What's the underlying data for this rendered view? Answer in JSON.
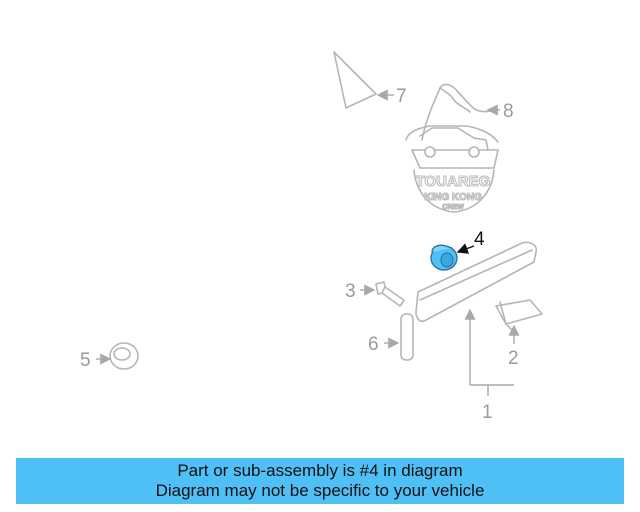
{
  "diagram": {
    "callouts": {
      "p1": "1",
      "p2": "2",
      "p3": "3",
      "p4": "4",
      "p5": "5",
      "p6": "6",
      "p7": "7",
      "p8": "8"
    },
    "emblem": {
      "line1": "TOUAREG",
      "line2": "KING KONG",
      "line3": "CREW"
    },
    "highlight_color": "#4fc0f5"
  },
  "banner": {
    "line1": "Part or sub-assembly is #4 in diagram",
    "line2": "Diagram may not be specific to your vehicle",
    "background": "#4fc0f5"
  }
}
